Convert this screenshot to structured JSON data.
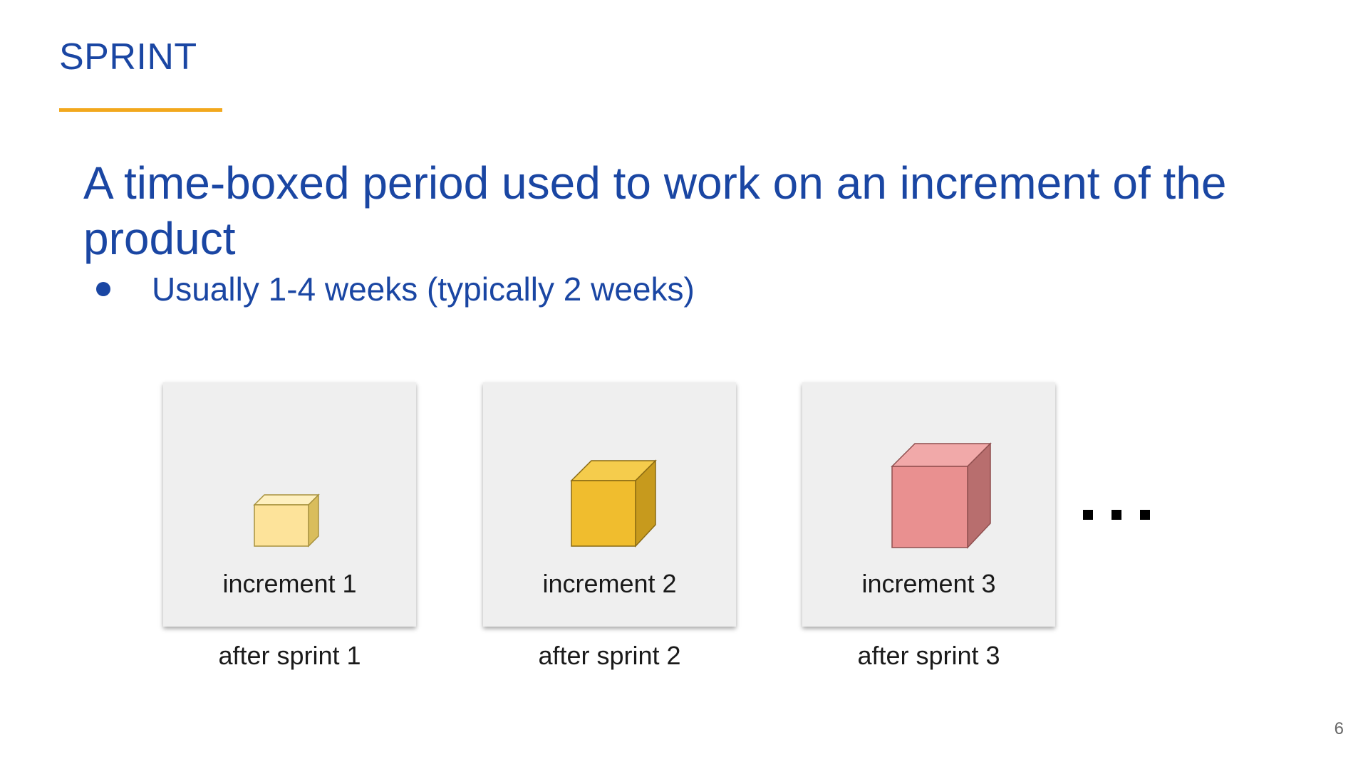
{
  "slide": {
    "title": "SPRINT",
    "heading": "A time-boxed period used to work on an increment of the product",
    "bullets": [
      "Usually 1-4 weeks (typically 2 weeks)"
    ],
    "increments": [
      {
        "label": "increment 1",
        "caption": "after sprint 1",
        "cube_color": "#fde39a"
      },
      {
        "label": "increment 2",
        "caption": "after sprint 2",
        "cube_color": "#f0bd2e"
      },
      {
        "label": "increment 3",
        "caption": "after sprint 3",
        "cube_color": "#e99090"
      }
    ],
    "continuation_icon": "ellipsis-icon",
    "page_number": "6"
  },
  "colors": {
    "title_blue": "#1a46a3",
    "underline_accent": "#f2a81d",
    "card_background": "#efefef"
  }
}
